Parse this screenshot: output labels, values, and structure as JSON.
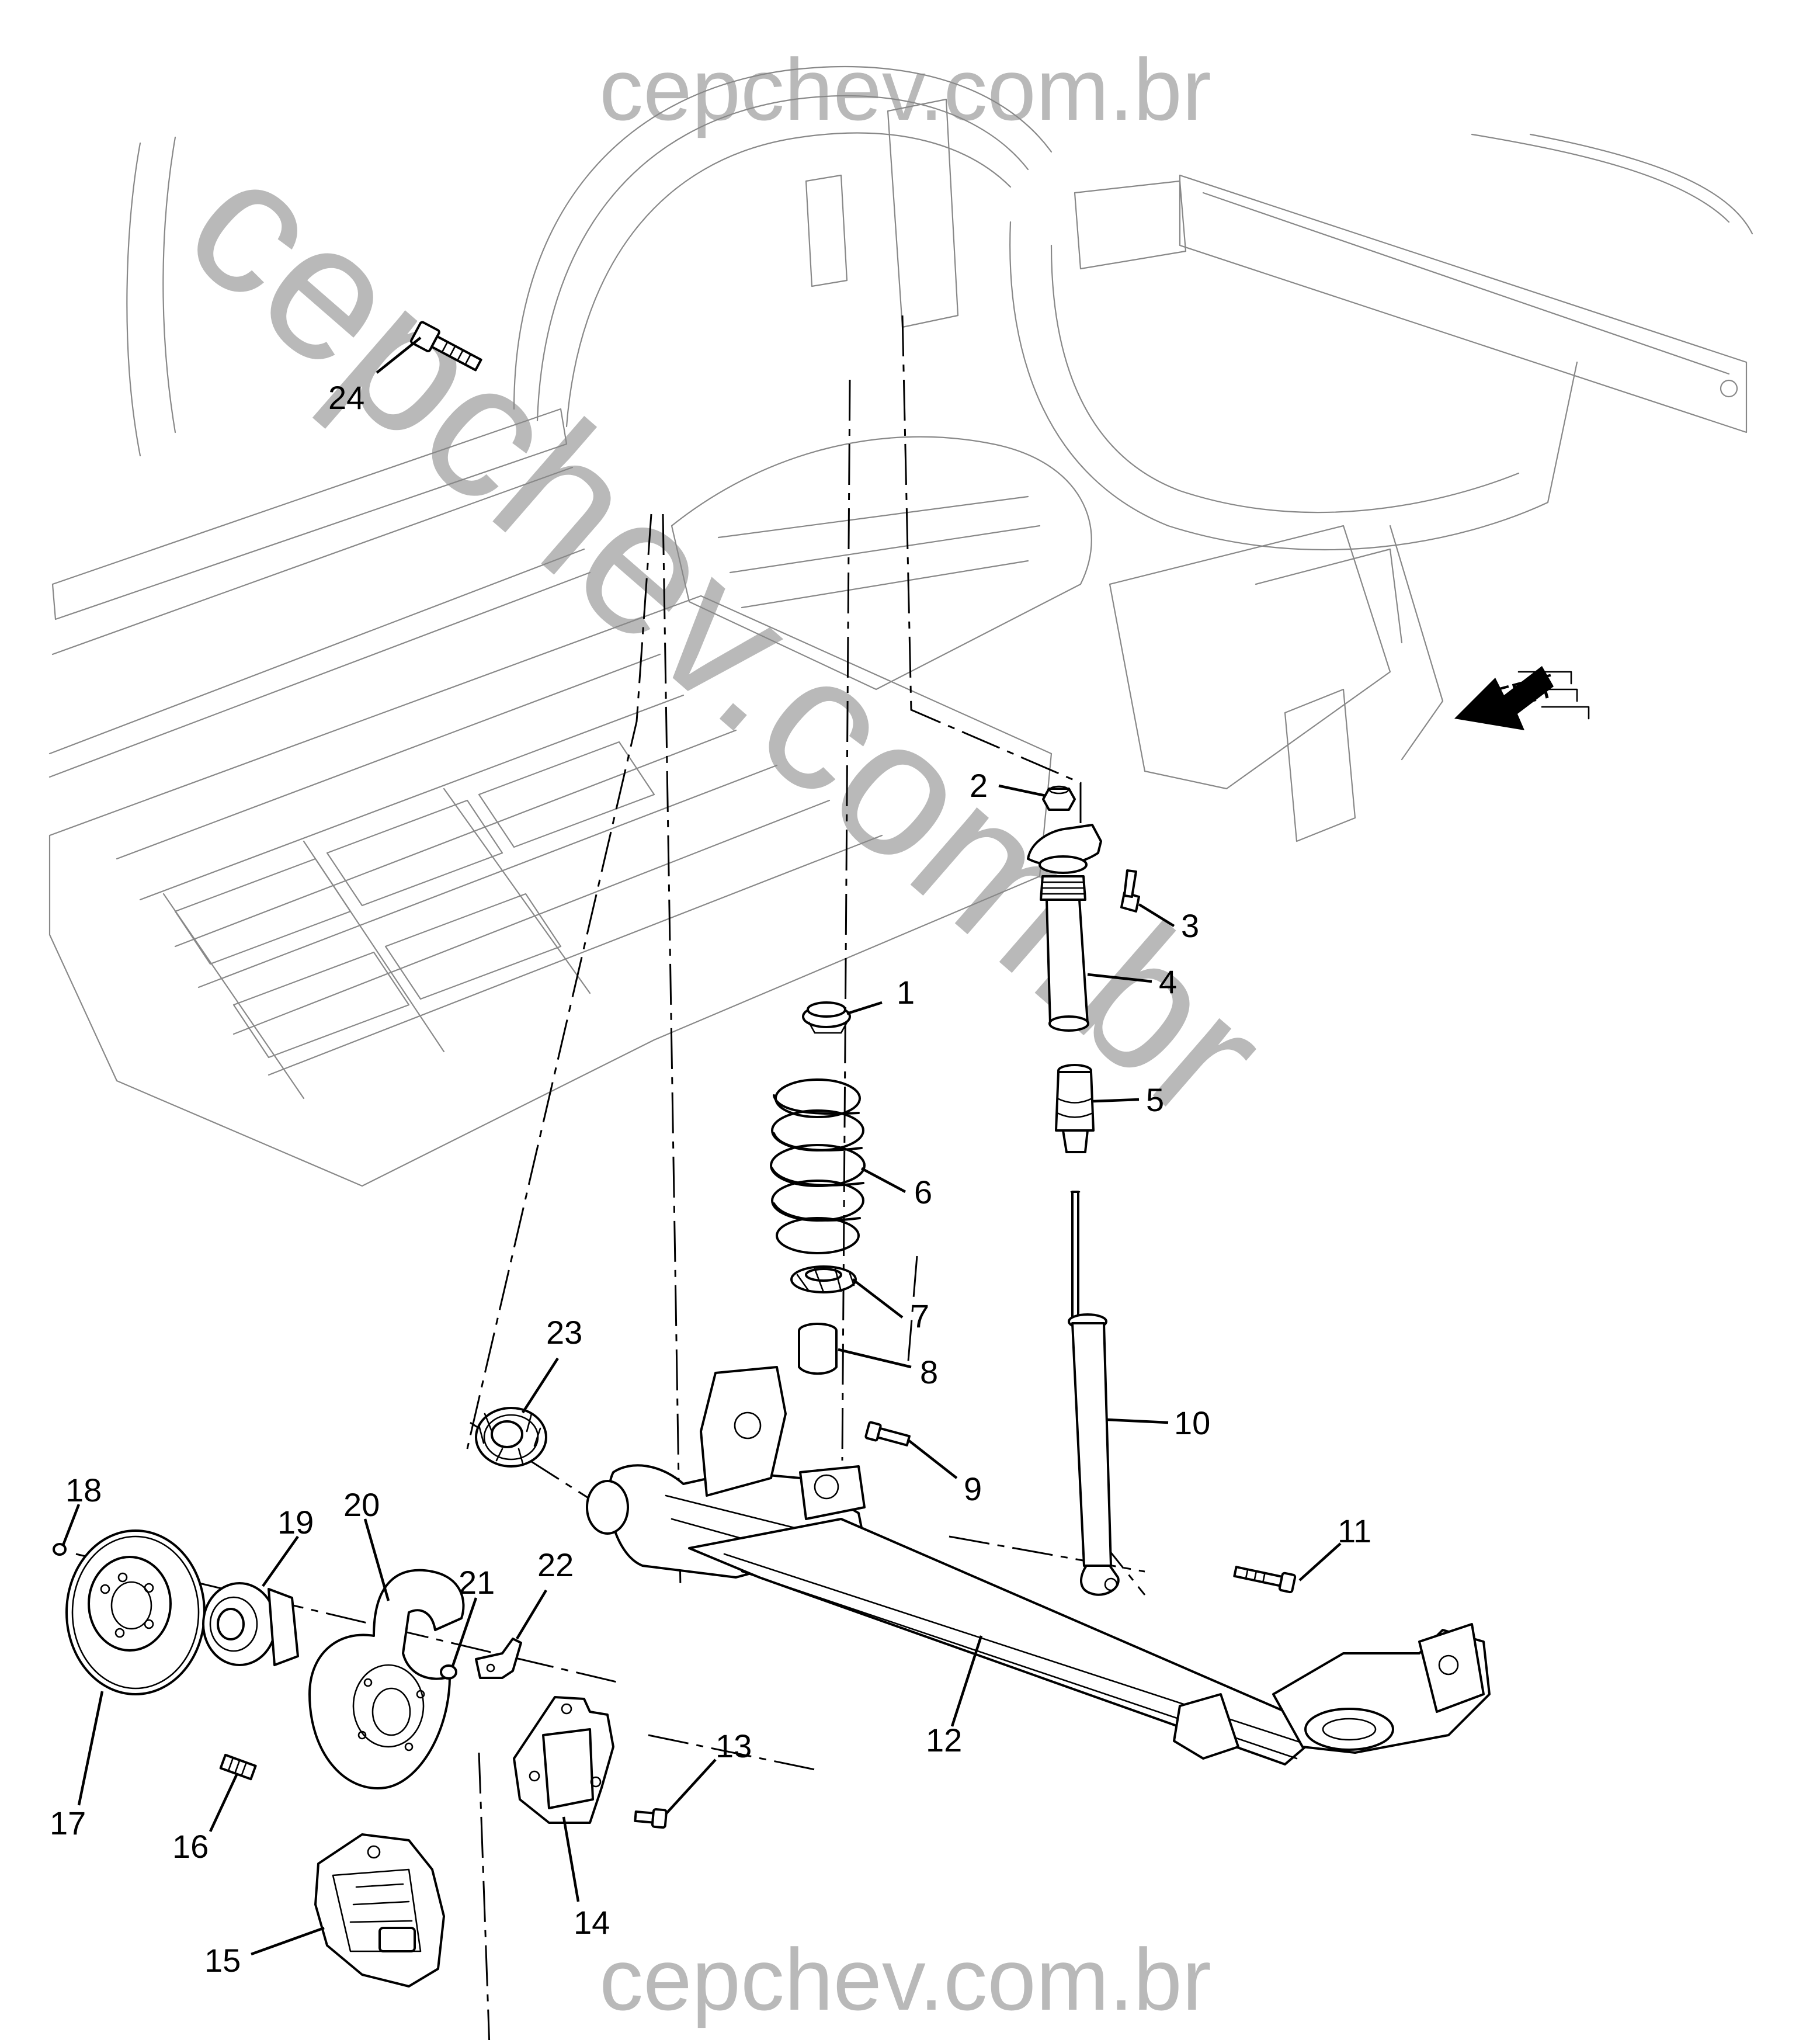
{
  "watermarks": {
    "top": "cepchev.com.br",
    "bottom": "cepchev.com.br",
    "diagonal": "cepchev.com.br"
  },
  "orientation": {
    "label": "FRT",
    "icon": "front-direction-arrow-icon"
  },
  "callouts": [
    "1",
    "2",
    "3",
    "4",
    "5",
    "6",
    "7",
    "8",
    "9",
    "10",
    "11",
    "12",
    "13",
    "14",
    "15",
    "16",
    "17",
    "18",
    "19",
    "20",
    "21",
    "22",
    "23",
    "24"
  ],
  "colors": {
    "line": "#000000",
    "background": "#ffffff",
    "watermark": "#b9b9b9",
    "body_line": "#888888"
  }
}
